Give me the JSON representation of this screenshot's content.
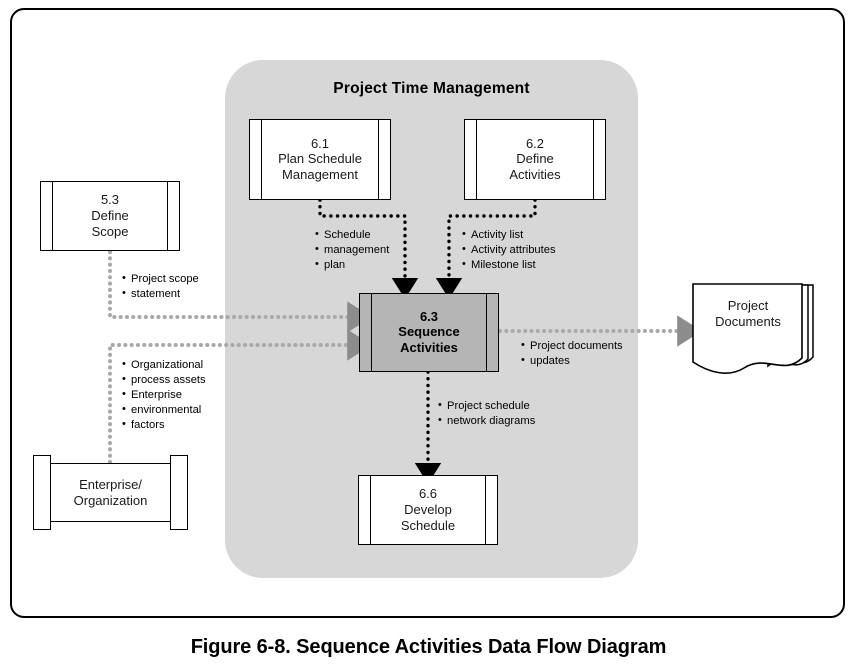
{
  "figure": {
    "caption": "Figure 6-8. Sequence Activities Data Flow Diagram",
    "knowledge_area_title": "Project Time Management",
    "colors": {
      "knowledge_area_fill": "#d7d7d7",
      "focus_process_fill": "#b5b5b5",
      "box_fill": "#ffffff",
      "stroke": "#000000",
      "gray_arrow": "#8c8c8c",
      "page_background": "#ffffff"
    }
  },
  "nodes": {
    "define_scope": {
      "number": "5.3",
      "line1": "Define",
      "line2": "Scope",
      "type": "process"
    },
    "plan_schedule_management": {
      "number": "6.1",
      "line1": "Plan Schedule",
      "line2": "Management",
      "type": "process"
    },
    "define_activities": {
      "number": "6.2",
      "line1": "Define",
      "line2": "Activities",
      "type": "process"
    },
    "sequence_activities": {
      "number": "6.3",
      "line1": "Sequence",
      "line2": "Activities",
      "type": "focus-process"
    },
    "develop_schedule": {
      "number": "6.6",
      "line1": "Develop",
      "line2": "Schedule",
      "type": "process"
    },
    "enterprise_organization": {
      "line1": "Enterprise/",
      "line2": "Organization",
      "type": "data-store"
    },
    "project_documents": {
      "line1": "Project",
      "line2": "Documents",
      "type": "document-stack"
    }
  },
  "flows": [
    {
      "id": "schedule-management-plan",
      "from": "plan_schedule_management",
      "to": "sequence_activities",
      "items": [
        "Schedule",
        "management",
        "plan"
      ]
    },
    {
      "id": "activity-outputs",
      "from": "define_activities",
      "to": "sequence_activities",
      "items": [
        "Activity list",
        "Activity attributes",
        "Milestone list"
      ]
    },
    {
      "id": "project-scope-statement",
      "from": "define_scope",
      "to": "sequence_activities",
      "items": [
        "Project scope",
        "statement"
      ]
    },
    {
      "id": "enterprise-inputs",
      "from": "enterprise_organization",
      "to": "sequence_activities",
      "items": [
        "Organizational",
        "process assets",
        "Enterprise",
        "environmental",
        "factors"
      ]
    },
    {
      "id": "project-documents-updates",
      "from": "sequence_activities",
      "to": "project_documents",
      "items": [
        "Project documents",
        "updates"
      ]
    },
    {
      "id": "project-schedule-network-diagrams",
      "from": "sequence_activities",
      "to": "develop_schedule",
      "items": [
        "Project schedule",
        "network diagrams"
      ]
    }
  ],
  "labels": {
    "schedule_mgmt_plan": {
      "l1": "Schedule",
      "l2": "management",
      "l3": "plan"
    },
    "activity_outputs": {
      "l1": "Activity list",
      "l2": "Activity attributes",
      "l3": "Milestone list"
    },
    "project_scope": {
      "l1": "Project scope",
      "l2": "statement"
    },
    "org_assets": {
      "l1": "Organizational",
      "l1b": "process assets",
      "l2": "Enterprise",
      "l2b": "environmental",
      "l2c": "factors"
    },
    "doc_updates": {
      "l1": "Project documents",
      "l2": "updates"
    },
    "network_diagrams": {
      "l1": "Project schedule",
      "l2": "network diagrams"
    }
  }
}
